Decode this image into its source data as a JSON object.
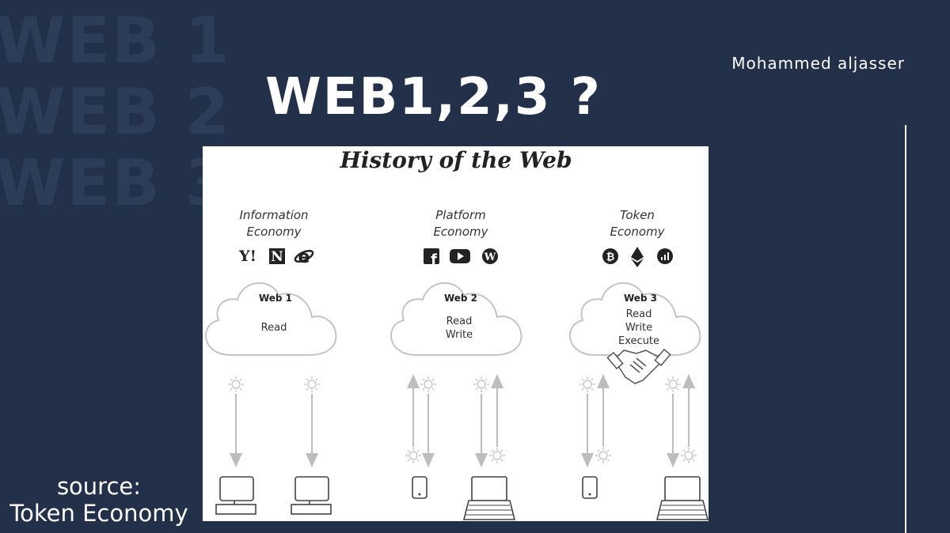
{
  "background_words": [
    "WEB 1",
    "WEB 2",
    "WEB 3"
  ],
  "title": "WEB1,2,3 ?",
  "author": "Mohammed aljasser",
  "source": {
    "line1": "source:",
    "line2": "Token Economy"
  },
  "figure": {
    "title": "History of the Web",
    "columns": [
      {
        "economy_line1": "Information",
        "economy_line2": "Economy",
        "icons": [
          "yahoo-icon",
          "netscape-icon",
          "internet-explorer-icon"
        ],
        "cloud_title": "Web 1",
        "cloud_lines": [
          "Read"
        ]
      },
      {
        "economy_line1": "Platform",
        "economy_line2": "Economy",
        "icons": [
          "facebook-icon",
          "youtube-icon",
          "wordpress-icon"
        ],
        "cloud_title": "Web 2",
        "cloud_lines": [
          "Read",
          "Write"
        ]
      },
      {
        "economy_line1": "Token",
        "economy_line2": "Economy",
        "icons": [
          "bitcoin-icon",
          "ethereum-icon",
          "token-chart-icon"
        ],
        "cloud_title": "Web 3",
        "cloud_lines": [
          "Read",
          "Write",
          "Execute"
        ]
      }
    ],
    "icon_text": {
      "yahoo": "Y!",
      "netscape": "N",
      "ie": "e",
      "facebook": "f",
      "wordpress": "W",
      "bitcoin": "₿"
    }
  },
  "colors": {
    "background": "#23304a",
    "ghost_text": "#2d3c57",
    "text": "#ffffff",
    "figure_bg": "#ffffff"
  }
}
